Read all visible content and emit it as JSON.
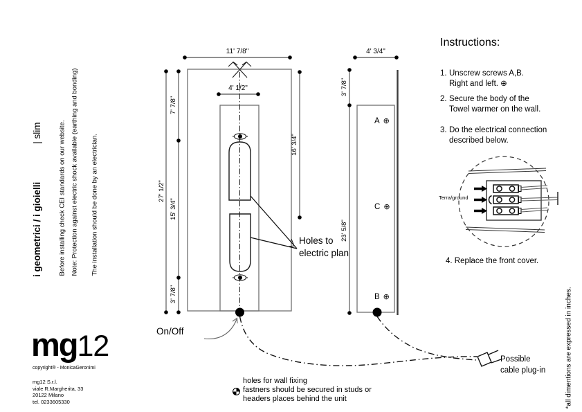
{
  "brand": {
    "series_title": "i geometrici / i gioielli",
    "series_variant": "| slim",
    "note_website": "Before installing check CEI standards on our website.",
    "note_shock": "Note: Protection against electric shock available (earthing and bonding)",
    "note_electrician": "The installation should be done by an electrician.",
    "logo_mg": "mg",
    "logo_12": "12",
    "copyright": "copyright® - MonicaGeronimi",
    "address": [
      "mg12 S.r.l.",
      "viale R.Margherita, 33",
      "20122 Milano",
      "tel. 0233605330"
    ]
  },
  "front_view": {
    "dim_width_top": "11' 7/8\"",
    "dim_inner_width": "4' 1/2\"",
    "dim_height_total": "27' 1/2\"",
    "dim_top_offset": "7' 7/8\"",
    "dim_mid_span": "15' 3/4\"",
    "dim_bottom_offset": "3' 7/8\"",
    "dim_right_span": "16' 3/4\"",
    "label_onoff": "On/Off",
    "label_holes_line1": "Holes to",
    "label_holes_line2": "electric plan"
  },
  "side_view": {
    "dim_width_top": "4' 3/4\"",
    "dim_top_offset": "3' 7/8\"",
    "dim_height": "23' 5/8\"",
    "screws": [
      {
        "letter": "A",
        "symbol": "⊕"
      },
      {
        "letter": "C",
        "symbol": "⊕"
      },
      {
        "letter": "B",
        "symbol": "⊕"
      }
    ]
  },
  "instructions": {
    "title": "Instructions:",
    "items": [
      {
        "num": "1.",
        "line1": "Unscrew screws A,B.",
        "line2": "Right and left. ⊕"
      },
      {
        "num": "2.",
        "line1": "Secure the body of the",
        "line2": "Towel warmer on the wall."
      },
      {
        "num": "3.",
        "line1": "Do the electrical connection",
        "line2": "described below."
      }
    ],
    "terra_label": "Terra/ground",
    "step4": "4. Replace the front cover."
  },
  "cable": {
    "label_line1": "Possible",
    "label_line2": "cable plug-in"
  },
  "footnotes": {
    "line1": "holes for wall fixing",
    "line2": "fastners should be secured in studs or",
    "line3": "headers places behind the unit"
  },
  "margin_note": "*all dimentions are expressed in inches.",
  "colors": {
    "ink": "#111111",
    "line_gray": "#6f6f6f",
    "dim_line": "#222222"
  }
}
